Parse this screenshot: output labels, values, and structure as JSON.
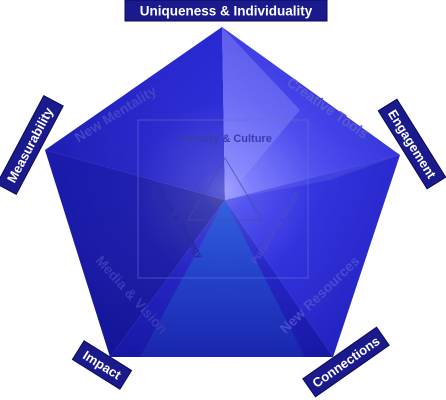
{
  "diagram": {
    "corner_labels": {
      "top": "Uniqueness & Individuality",
      "right": "Engagement",
      "bottom_right": "Connections",
      "bottom_left": "Impact",
      "left": "Measurability"
    },
    "face_labels": {
      "top_left": "New Mentality",
      "top_right": "Creative Tools",
      "bottom_right": "New Resources",
      "bottom_left": "Media & Vision"
    },
    "inner_labels": {
      "top": "Identity & Culture",
      "left": "Goals & Strategy",
      "right": "Purpose & Vision"
    },
    "colors": {
      "label_background": "#1a1a8c",
      "label_text": "#ffffff",
      "pentagon_dark": "#12128a",
      "pentagon_light": "#8a8aff",
      "face_text": "#3b3bb0"
    }
  }
}
